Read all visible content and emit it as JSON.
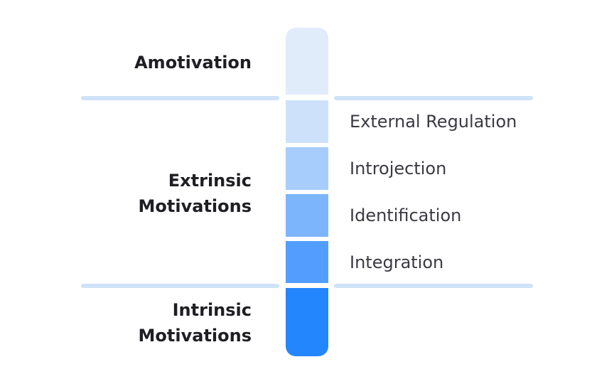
{
  "groups": {
    "amotivation": "Amotivation",
    "extrinsic_line1": "Extrinsic",
    "extrinsic_line2": "Motivations",
    "intrinsic_line1": "Intrinsic",
    "intrinsic_line2": "Motivations"
  },
  "stages": [
    {
      "label": "External Regulation"
    },
    {
      "label": "Introjection"
    },
    {
      "label": "Identification"
    },
    {
      "label": "Integration"
    }
  ],
  "colors": {
    "divider": "#cfe2f8",
    "segment_amotivation": "#e1ecfb",
    "segment_external_regulation": "#cde1fb",
    "segment_introjection": "#a7cdfc",
    "segment_identification": "#7db5fd",
    "segment_integration": "#539dfe",
    "segment_intrinsic": "#2486fd"
  }
}
